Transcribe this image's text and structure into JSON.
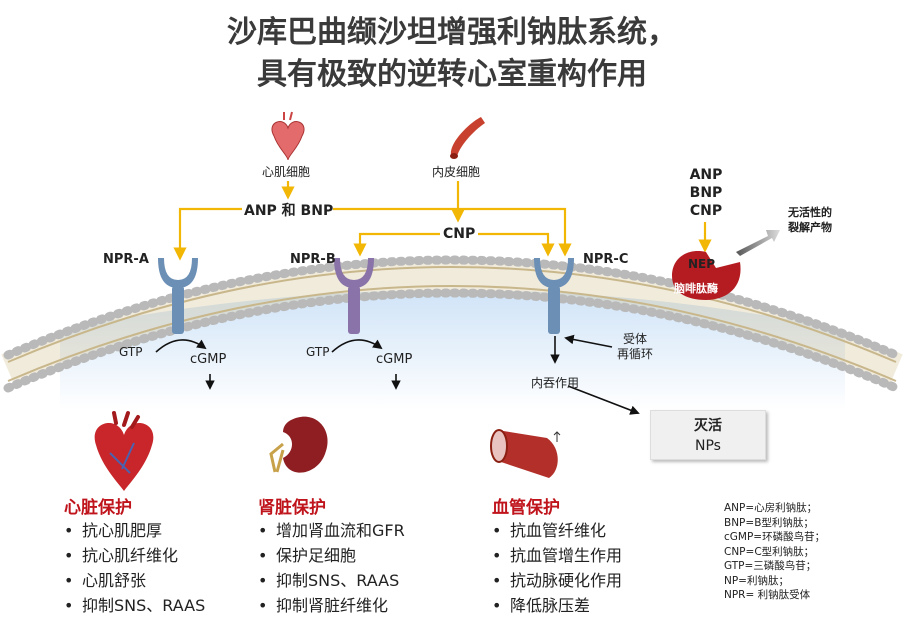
{
  "title": {
    "line1": "沙库巴曲缬沙坦增强利钠肽系统，",
    "line2": "具有极致的逆转心室重构作用"
  },
  "sources": {
    "cardio": "心肌细胞",
    "endo": "内皮细胞"
  },
  "peptides": {
    "anp_bnp": "ANP 和 BNP",
    "cnp": "CNP",
    "nep_stack": [
      "ANP",
      "BNP",
      "CNP"
    ]
  },
  "receptors": {
    "npr_a": "NPR-A",
    "npr_b": "NPR-B",
    "npr_c": "NPR-C"
  },
  "nep": {
    "label": "NEP",
    "enzyme": "脑啡肽酶",
    "product": [
      "无活性的",
      "裂解产物"
    ]
  },
  "signals": {
    "gtp_a": "GTP",
    "cgmp_a": "cGMP",
    "gtp_b": "GTP",
    "cgmp_b": "cGMP"
  },
  "recycle": [
    "受体",
    "再循环"
  ],
  "endocytosis": "内吞作用",
  "inactivation": {
    "line1": "灭活",
    "line2": "NPs"
  },
  "organs": [
    {
      "title": "心脏保护",
      "items": [
        "抗心肌肥厚",
        "抗心肌纤维化",
        "心肌舒张",
        "抑制SNS、RAAS"
      ]
    },
    {
      "title": "肾脏保护",
      "items": [
        "增加肾血流和GFR",
        "保护足细胞",
        "抑制SNS、RAAS",
        "抑制肾脏纤维化"
      ]
    },
    {
      "title": "血管保护",
      "items": [
        "抗血管纤维化",
        "抗血管增生作用",
        "抗动脉硬化作用",
        "降低脉压差"
      ]
    }
  ],
  "legend": [
    "ANP=心房利钠肽；",
    "BNP=B型利钠肽；",
    "cGMP=环磷酸鸟苷；",
    "CNP=C型利钠肽；",
    "GTP=三磷酸鸟苷；",
    "NP=利钠肽；",
    "NPR= 利钠肽受体"
  ],
  "colors": {
    "arrow": "#f2b705",
    "receptor_a": "#6b8fb5",
    "receptor_b": "#8a73a8",
    "nep": "#b51c22",
    "organ_title": "#c0141c",
    "membrane": "#cbb58a"
  }
}
